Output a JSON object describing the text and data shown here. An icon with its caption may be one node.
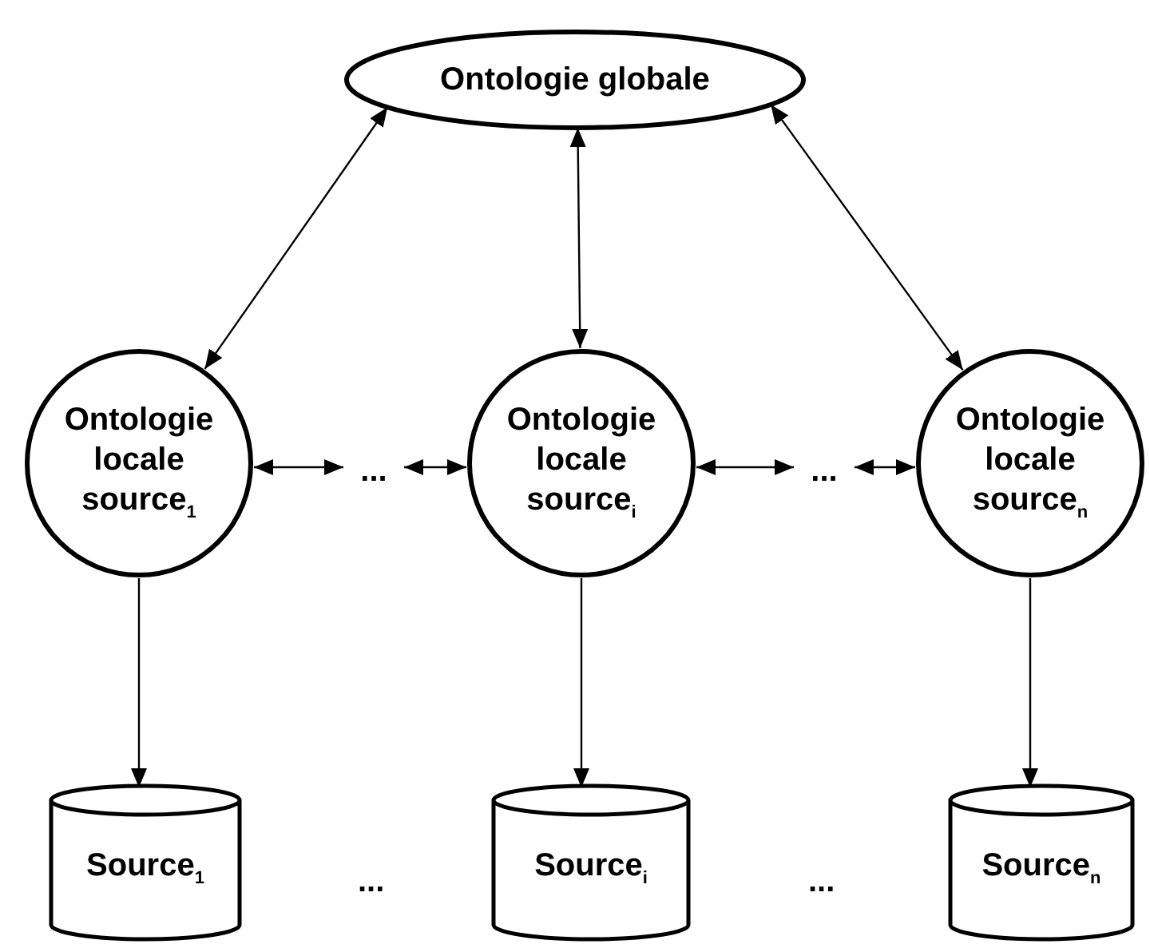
{
  "diagram": {
    "nodes": [
      {
        "text": [
          "Ontologie globale"
        ]
      },
      {
        "text": [
          "Ontologie locale source$_{1}$"
        ]
      },
      {
        "text": [
          "..."
        ]
      },
      {
        "text": [
          "Ontologie locale source$_{i}$"
        ]
      },
      {
        "text": [
          "..."
        ]
      },
      {
        "text": [
          "Ontologie locale source$_{n}$"
        ]
      },
      {
        "text": [
          "Source$_{1}$"
        ]
      },
      {
        "text": [
          "Source$_{i}$"
        ]
      },
      {
        "text": [
          "Source$_{n}$"
        ]
      }
    ],
    "edges": [
      {
        "from": 0,
        "to": 1,
        "arrow": "both"
      },
      {
        "from": 0,
        "to": 3,
        "arrow": "both"
      },
      {
        "from": 0,
        "to": 5,
        "arrow": "both"
      },
      {
        "from": 1,
        "to": 2,
        "arrow": "both"
      },
      {
        "from": 2,
        "to": 3,
        "arrow": "both"
      },
      {
        "from": 3,
        "to": 4,
        "arrow": "both"
      },
      {
        "from": 4,
        "to": 5,
        "arrow": "both"
      },
      {
        "from": 1,
        "to": 6,
        "arrow": "to"
      },
      {
        "from": 3,
        "to": 7,
        "arrow": "to"
      },
      {
        "from": 5,
        "to": 8,
        "arrow": "to"
      }
    ],
    "labels": [
      "...",
      "..."
    ]
  }
}
